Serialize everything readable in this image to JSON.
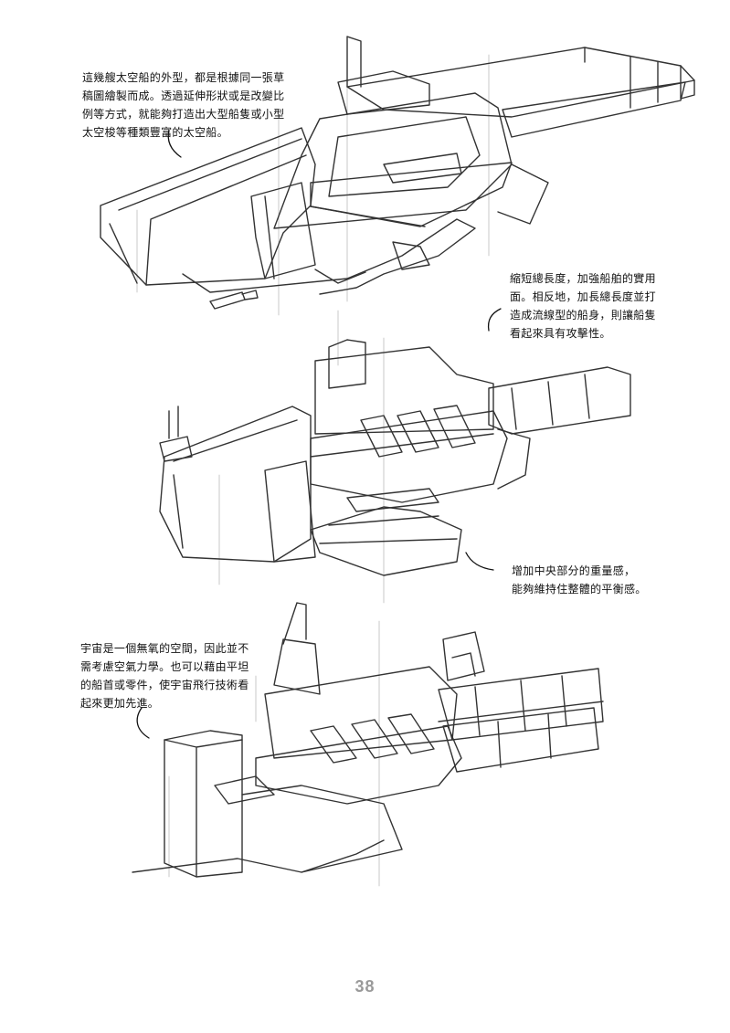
{
  "notes": {
    "note1": "這幾艘太空船的外型，都是根據同一張草\n稿圖繪製而成。透過延伸形狀或是改變比\n例等方式，就能夠打造出大型船隻或小型\n太空梭等種類豐富的太空船。",
    "note2": "縮短總長度，加強船舶的實用\n面。相反地，加長總長度並打\n造成流線型的船身，則讓船隻\n看起來具有攻擊性。",
    "note3": "增加中央部分的重量感，\n能夠維持住整體的平衡感。",
    "note4": "宇宙是一個無氧的空間，因此並不\n需考慮空氣力學。也可以藉由平坦\n的船首或零件，使宇宙飛行技術看\n起來更加先進。"
  },
  "page_number": "38"
}
